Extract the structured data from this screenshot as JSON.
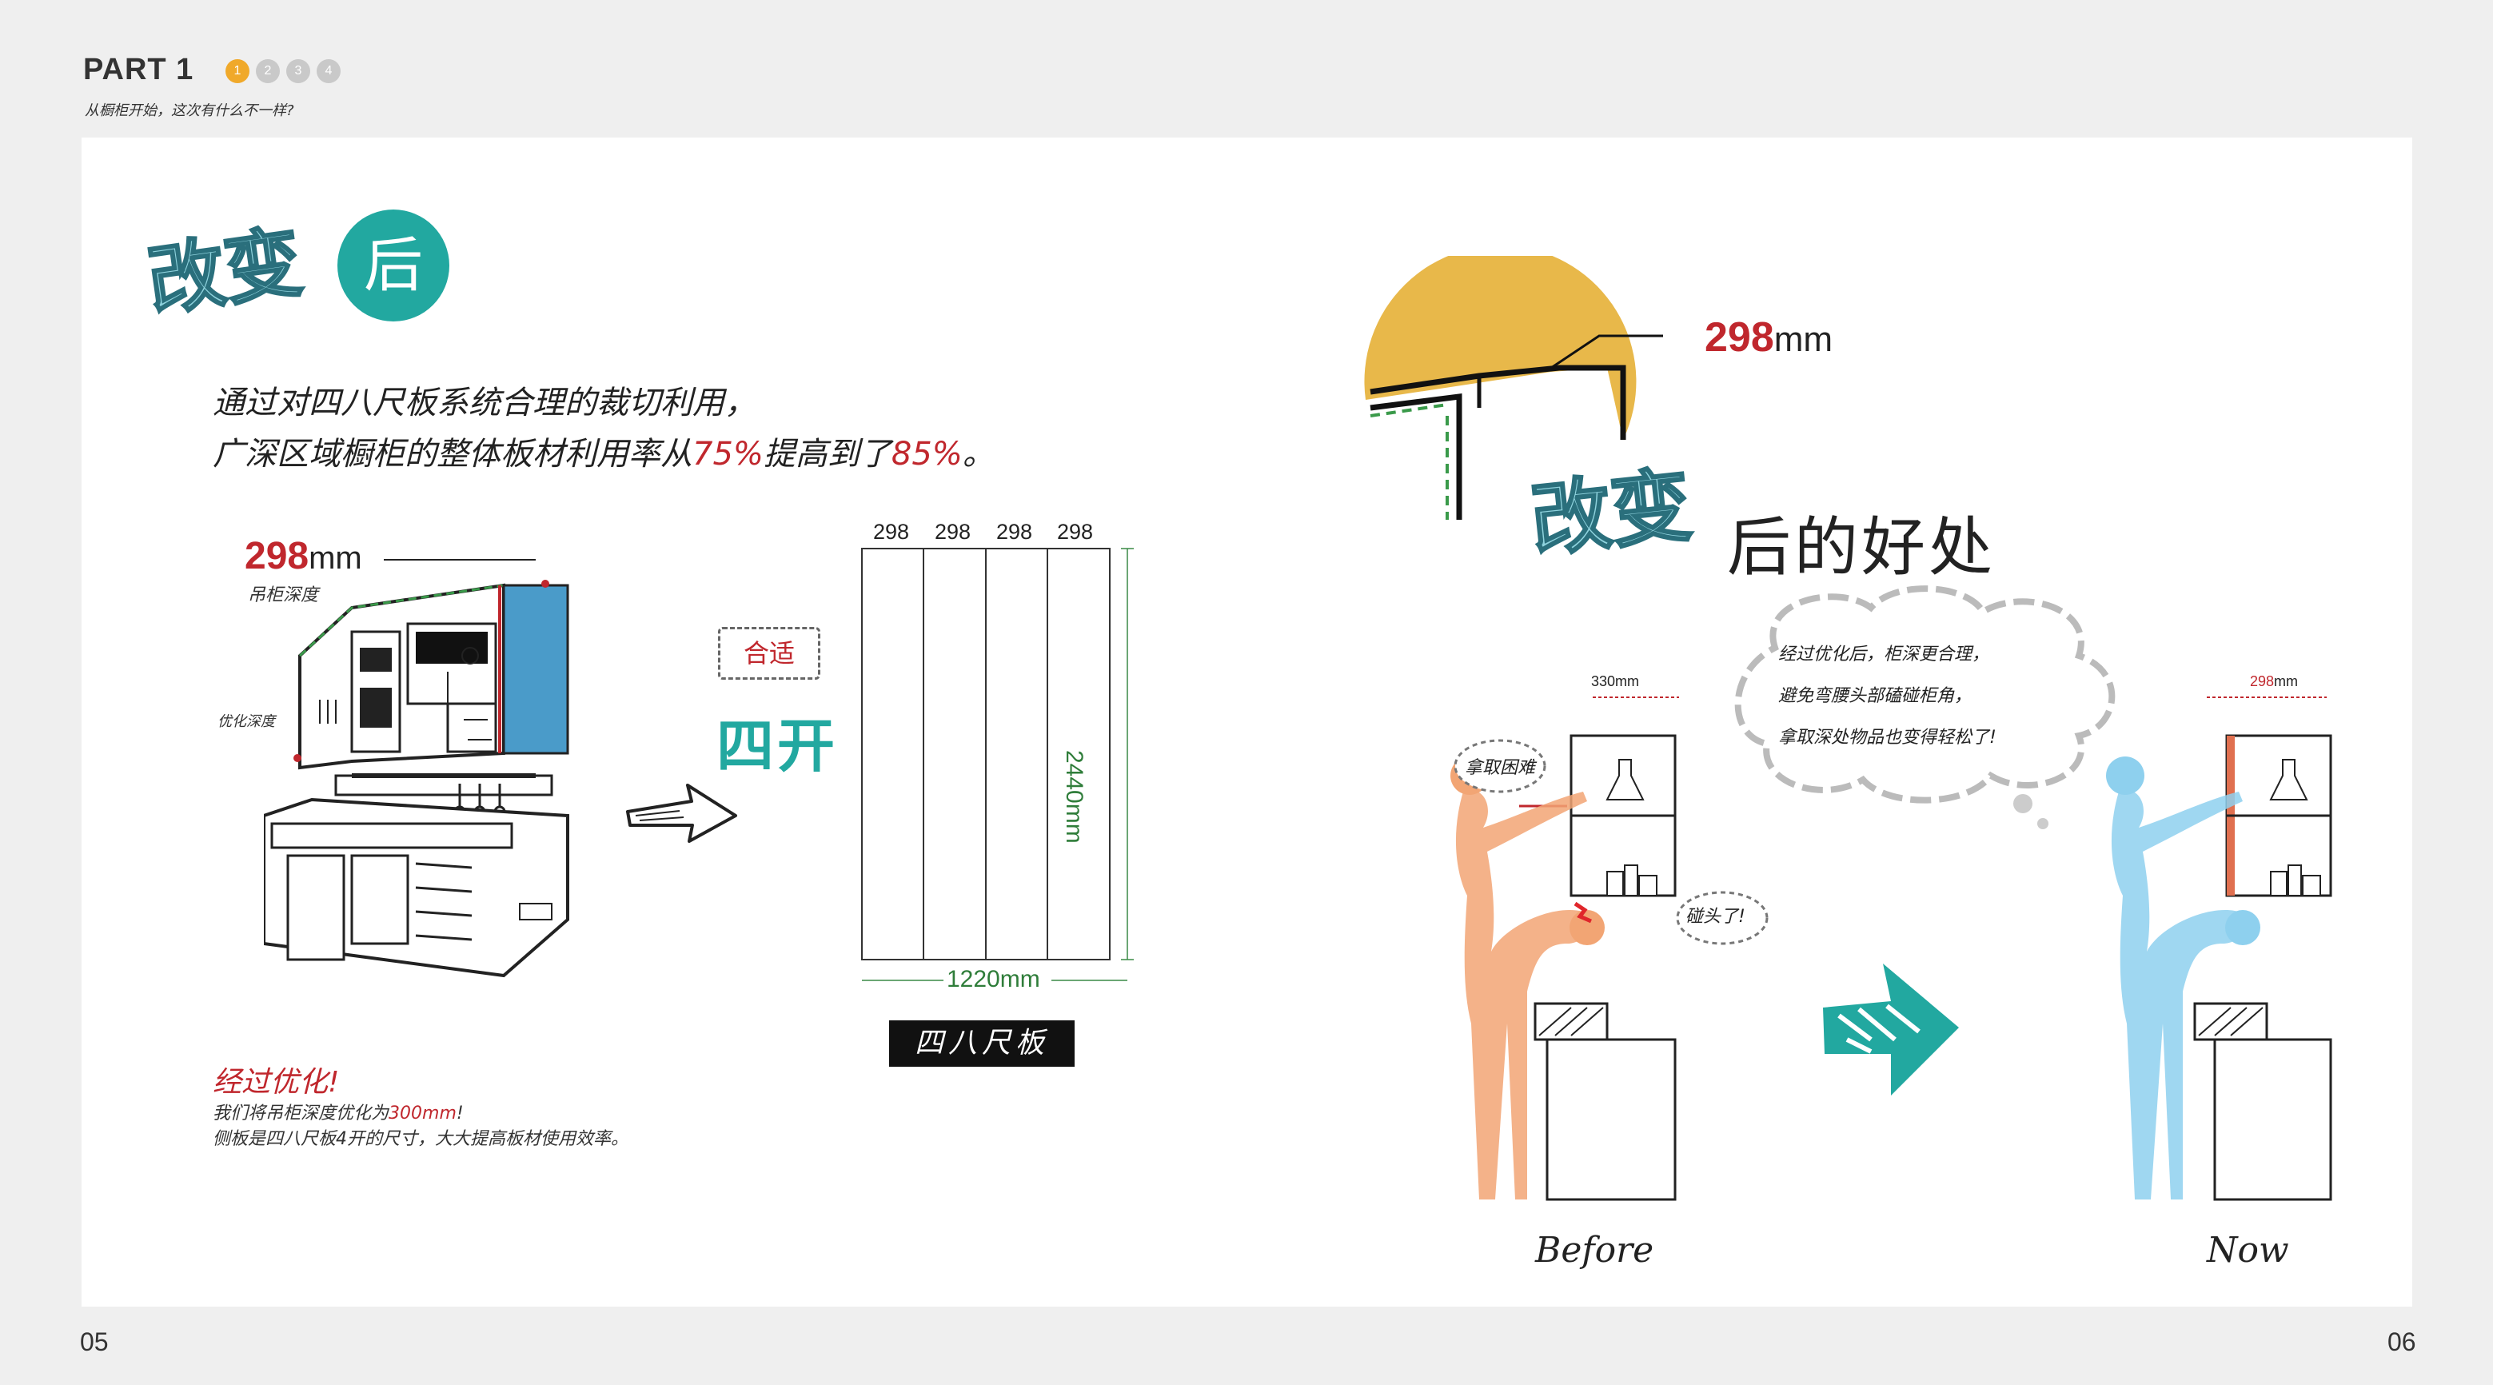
{
  "header": {
    "part_title": "PART 1",
    "dots": [
      "1",
      "2",
      "3",
      "4"
    ],
    "subtitle": "从橱柜开始，这次有什么不一样?"
  },
  "left": {
    "title_a": "改变",
    "title_b": "后",
    "intro_line1": "通过对四八尺板系统合理的裁切利用，",
    "intro_line2_pre": "广深区域橱柜的整体板材利用率从",
    "intro_pct1": "75%",
    "intro_line2_mid": "提高到了",
    "intro_pct2": "85%",
    "intro_line2_end": "。",
    "depth_value": "298",
    "depth_unit": "mm",
    "depth_caption": "吊柜深度",
    "opt_depth_label": "优化深度",
    "fit_tag": "合适",
    "four_open": "四开",
    "sheet_widths": [
      "298",
      "298",
      "298",
      "298"
    ],
    "sheet_height": "2440mm",
    "sheet_width": "1220mm",
    "sheet_tag": "四八尺板",
    "opt_title": "经过优化!",
    "opt_line1_pre": "我们将吊柜深度优化为",
    "opt_line1_val": "300mm",
    "opt_line1_end": "!",
    "opt_line2": "侧板是四八尺板4开的尺寸，大大提高板材使用效率。"
  },
  "right": {
    "top_depth_value": "298",
    "top_depth_unit": "mm",
    "benefit_a": "改变",
    "benefit_b": "后的好处",
    "bubble_lines": [
      "经过优化后，柜深更合理，",
      "避免弯腰头部磕碰柜角，",
      "拿取深处物品也变得轻松了!"
    ],
    "before_dim": "330mm",
    "now_dim_val": "298",
    "now_dim_unit": "mm",
    "hard_to_reach": "拿取困难",
    "head_bump": "碰头了!",
    "before_label": "Before",
    "now_label": "Now"
  },
  "pages": {
    "left": "05",
    "right": "06"
  },
  "colors": {
    "teal": "#22a8a0",
    "red": "#c0272d",
    "yellow": "#e8b84a",
    "peach": "#f0a070",
    "blue": "#8ed0ee",
    "cabinet_blue": "#4a9bc9"
  }
}
